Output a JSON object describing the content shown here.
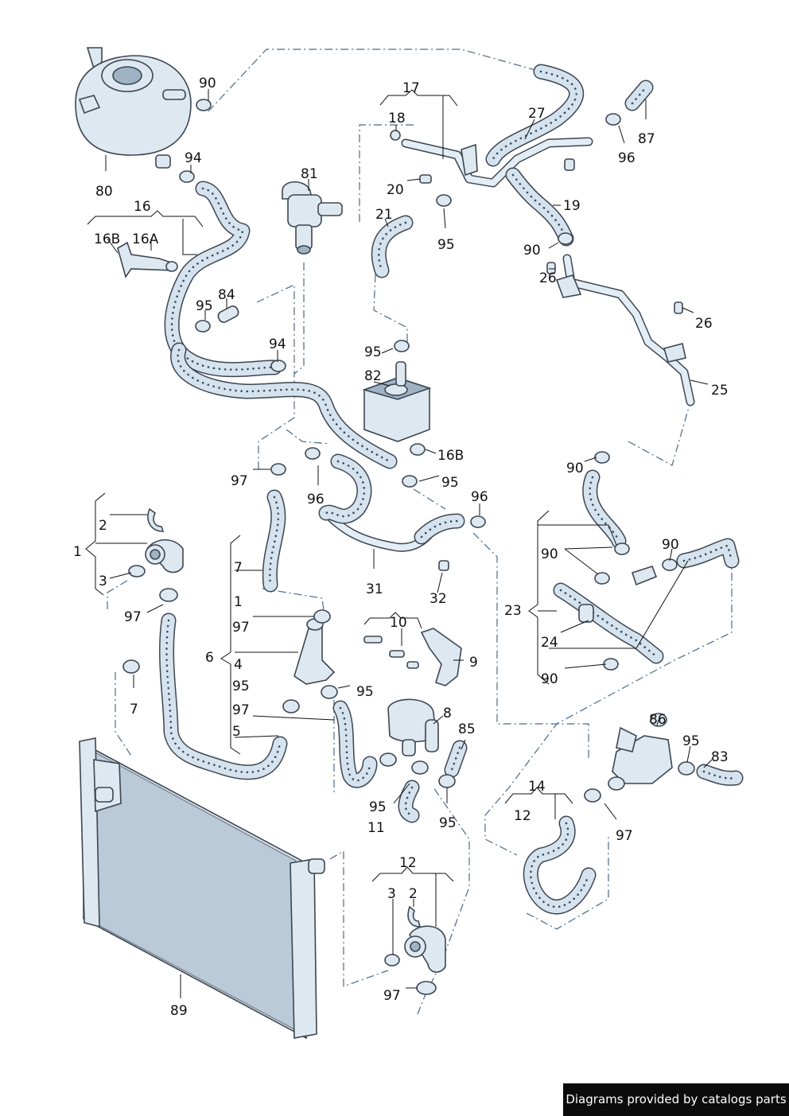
{
  "labels": {
    "l80": "80",
    "l90a": "90",
    "l94a": "94",
    "l16": "16",
    "l16b_top": "16B",
    "l16a": "16A",
    "l81": "81",
    "l95a": "95",
    "l84": "84",
    "l94b": "94",
    "l17": "17",
    "l18": "18",
    "l20": "20",
    "l21": "21",
    "l95b": "95",
    "l27": "27",
    "l87": "87",
    "l96a": "96",
    "l19": "19",
    "l90b": "90",
    "l26a": "26",
    "l26b": "26",
    "l25": "25",
    "l95c": "95",
    "l82": "82",
    "l16b_mid": "16B",
    "l95d": "95",
    "l97a": "97",
    "l96b": "96",
    "l96c": "96",
    "l31": "31",
    "l32": "32",
    "l2a": "2",
    "l1a": "1",
    "l3a": "3",
    "l97b": "97",
    "l7a": "7",
    "l7b": "7",
    "l1b": "1",
    "l97c": "97",
    "l6": "6",
    "l4": "4",
    "l95e": "95",
    "l97d": "97",
    "l5": "5",
    "l95f": "95",
    "l10": "10",
    "l9": "9",
    "l8": "8",
    "l85": "85",
    "l95g": "95",
    "l11": "11",
    "l95h": "95",
    "l90c": "90",
    "l90d": "90",
    "l90e": "90",
    "l23": "23",
    "l24": "24",
    "l90f": "90",
    "l86": "86",
    "l95i": "95",
    "l83": "83",
    "l14": "14",
    "l12a": "12",
    "l97e": "97",
    "l12b": "12",
    "l3b": "3",
    "l2b": "2",
    "l97f": "97",
    "l89": "89"
  },
  "footer": {
    "credit": "Diagrams provided by catalogs parts"
  },
  "colors": {
    "hose_fill": "#d5e3ef",
    "outline": "#3d4652",
    "dash_line": "#4a6a8a",
    "footer_bg": "#0b0b0b"
  }
}
